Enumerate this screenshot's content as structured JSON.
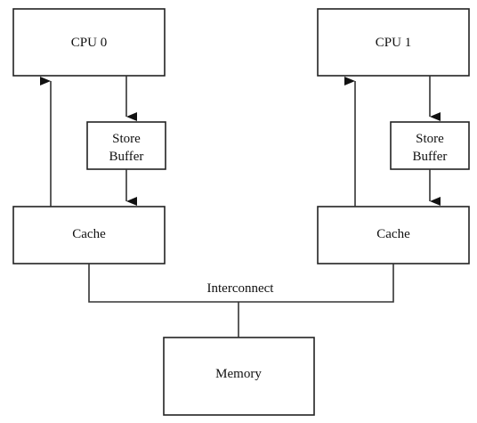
{
  "diagram": {
    "nodes": {
      "cpu0": "CPU 0",
      "cpu1": "CPU 1",
      "store_buffer_0": [
        "Store",
        "Buffer"
      ],
      "store_buffer_1": [
        "Store",
        "Buffer"
      ],
      "cache0": "Cache",
      "cache1": "Cache",
      "interconnect": "Interconnect",
      "memory": "Memory"
    }
  }
}
